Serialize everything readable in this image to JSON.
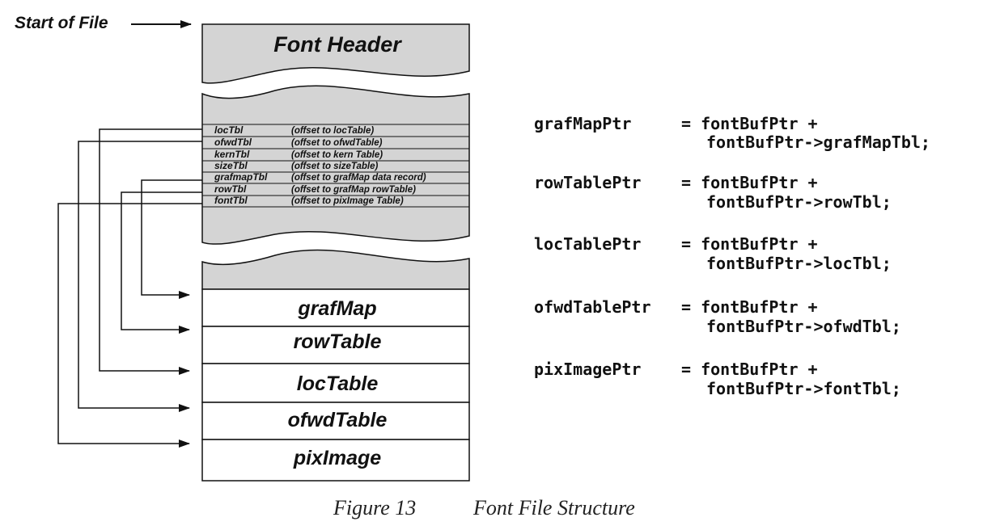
{
  "diagram": {
    "start_label": "Start of File",
    "header_title": "Font Header",
    "header_fields": [
      {
        "name": "locTbl",
        "desc": "(offset to locTable)"
      },
      {
        "name": "ofwdTbl",
        "desc": "(offset to ofwdTable)"
      },
      {
        "name": "kernTbl",
        "desc": "(offset to kern Table)"
      },
      {
        "name": "sizeTbl",
        "desc": "(offset to sizeTable)"
      },
      {
        "name": "grafmapTbl",
        "desc": "(offset to grafMap data record)"
      },
      {
        "name": "rowTbl",
        "desc": "(offset to grafMap rowTable)"
      },
      {
        "name": "fontTbl",
        "desc": "(offset to pixImage Table)"
      }
    ],
    "blocks": [
      "grafMap",
      "rowTable",
      "locTable",
      "ofwdTable",
      "pixImage"
    ],
    "colors": {
      "shade": "#d4d4d4",
      "line": "#111111",
      "background": "#ffffff"
    }
  },
  "code": [
    {
      "lhs": "grafMapPtr",
      "rhs1": "= fontBufPtr +",
      "rhs2": "fontBufPtr->grafMapTbl;"
    },
    {
      "lhs": "rowTablePtr",
      "rhs1": "= fontBufPtr +",
      "rhs2": "fontBufPtr->rowTbl;"
    },
    {
      "lhs": "locTablePtr",
      "rhs1": "= fontBufPtr +",
      "rhs2": "fontBufPtr->locTbl;"
    },
    {
      "lhs": "ofwdTablePtr",
      "rhs1": "= fontBufPtr +",
      "rhs2": "fontBufPtr->ofwdTbl;"
    },
    {
      "lhs": "pixImagePtr",
      "rhs1": "= fontBufPtr +",
      "rhs2": "fontBufPtr->fontTbl;"
    }
  ],
  "caption": {
    "number": "Figure 13",
    "title": "Font File Structure"
  }
}
